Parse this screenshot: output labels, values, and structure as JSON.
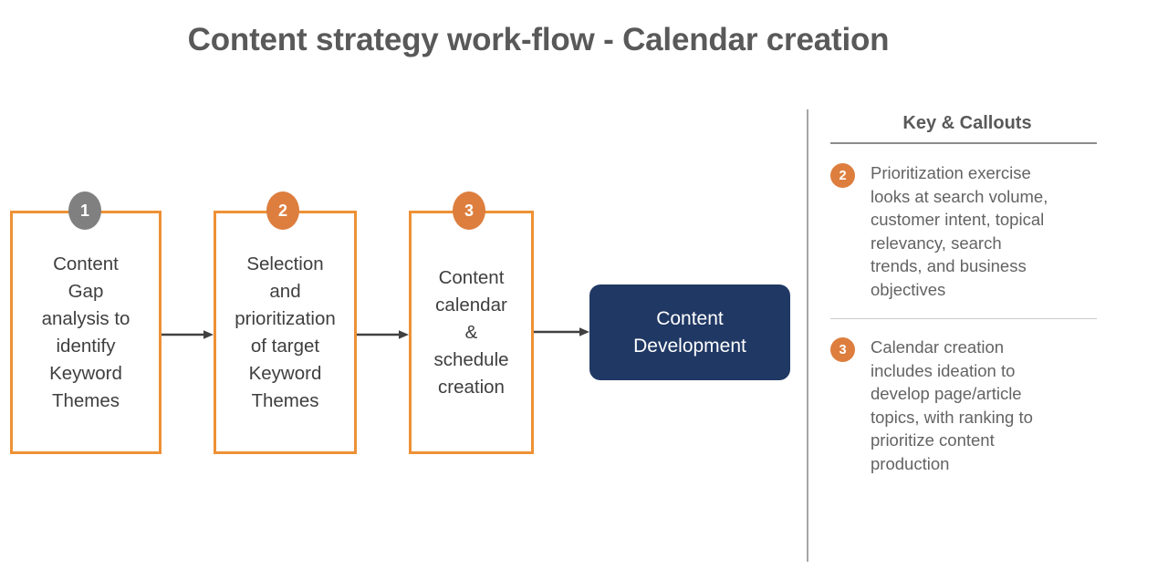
{
  "title": "Content strategy work-flow - Calendar creation",
  "colors": {
    "accent_orange_border": "#ED9136",
    "badge_orange": "#DD7E3E",
    "badge_gray": "#808080",
    "terminal_navy": "#203864",
    "title_gray": "#595959",
    "body_gray": "#636363",
    "arrow_gray": "#404040",
    "divider_gray": "#a6a6a6"
  },
  "flow": {
    "steps": [
      {
        "number": "1",
        "badge_color": "gray",
        "label": "Content\nGap\nanalysis to\nidentify\nKeyword\nThemes"
      },
      {
        "number": "2",
        "badge_color": "orange",
        "label": "Selection\nand\nprioritization\nof target\nKeyword\nThemes"
      },
      {
        "number": "3",
        "badge_color": "orange",
        "label": "Content\ncalendar\n&\nschedule\ncreation"
      }
    ],
    "terminal": {
      "label": "Content\nDevelopment"
    },
    "arrows": [
      {
        "name": "arrow-step1-to-step2"
      },
      {
        "name": "arrow-step2-to-step3"
      },
      {
        "name": "arrow-step3-to-terminal"
      }
    ]
  },
  "panel": {
    "title": "Key & Callouts",
    "callouts": [
      {
        "number": "2",
        "text": "Prioritization exercise\nlooks at search volume,\ncustomer intent,  topical\nrelevancy, search\ntrends, and business\nobjectives"
      },
      {
        "number": "3",
        "text": "Calendar creation\nincludes ideation to\ndevelop page/article\ntopics, with ranking to\nprioritize content\nproduction"
      }
    ]
  }
}
